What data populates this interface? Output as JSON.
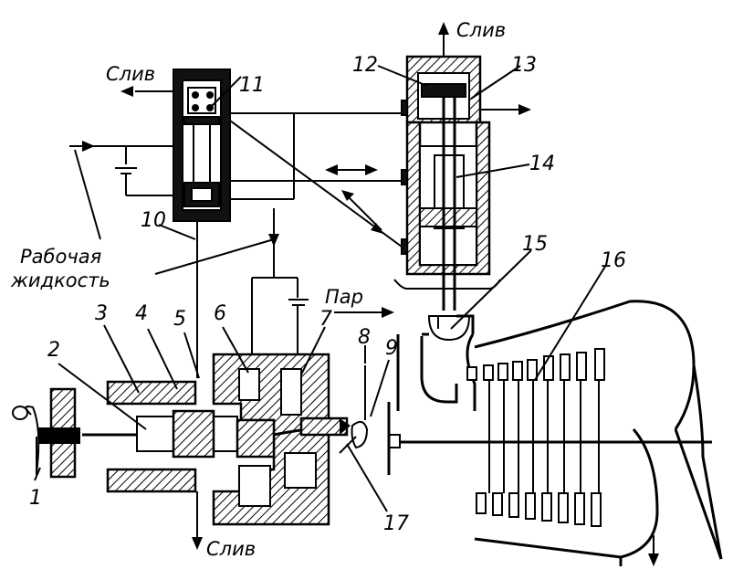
{
  "labels": {
    "drain": "Слив",
    "working_fluid_line1": "Рабочая",
    "working_fluid_line2": "жидкость",
    "steam": "Пар"
  },
  "callouts": [
    "1",
    "2",
    "3",
    "4",
    "5",
    "6",
    "7",
    "8",
    "9",
    "10",
    "11",
    "12",
    "13",
    "14",
    "15",
    "16",
    "17"
  ]
}
